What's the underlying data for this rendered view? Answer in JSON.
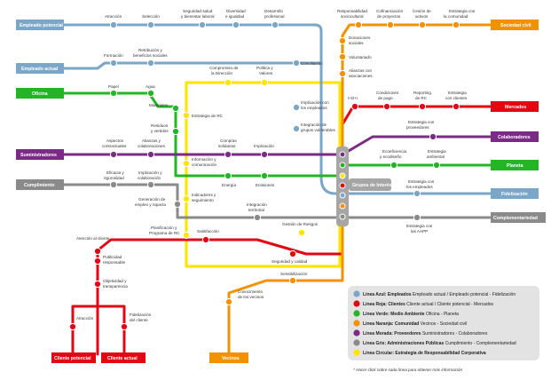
{
  "colors": {
    "blue": "#7aa6c8",
    "red": "#e30613",
    "green": "#22b524",
    "orange": "#f39200",
    "purple": "#7b2a86",
    "gray": "#8a8a8a",
    "yellow": "#ffe500",
    "hub": "#a6a6a6"
  },
  "hub_label": "Grupos de Interés",
  "terminals": {
    "empleado_potencial": "Empleado potencial",
    "empleado_actual": "Empleado actual",
    "oficina": "Oficina",
    "suministradores": "Suministradores",
    "cumplimiento": "Cumplimiento",
    "sociedad_civil": "Sociedad civil",
    "mercados": "Mercados",
    "colaboradores": "Colaboradores",
    "planeta": "Planeta",
    "fidelizacion": "Fidelización",
    "complementariedad": "Complementariedad",
    "vecinos": "Vecinos",
    "cliente_potencial": "Cliente potencial",
    "cliente_actual": "Cliente actual"
  },
  "stations": {
    "atraccion_top": "Atracción",
    "seleccion": "Selección",
    "seguridad_salud": "Seguridad salud y bienestar laboral",
    "diversidad": "Diversidad e igualdad",
    "desarrollo": "Desarrollo profesional",
    "formacion": "Formación",
    "retribucion": "Retribución y beneficios sociales",
    "conciliacion": "Conciliación",
    "implicacion_empleados": "Implicación con los empleados",
    "integracion_vulnerables": "Integración de grupos vulnerables",
    "papel": "Papel",
    "agua": "Agua",
    "materiales": "Materiales",
    "residuos": "Residuos y vertidos",
    "energia": "Energía",
    "emisiones": "Emisiones",
    "aspectos": "Aspectos contractuales",
    "alianzas_colab": "Alianzas y colaboraciones",
    "compras": "Compras solidarias",
    "implicacion": "Implicación",
    "eficacia": "Eficacia y rigurosidad",
    "implicacion_colab": "Implicación y colaboración",
    "generacion_empleo": "Generación de empleo y riqueza",
    "integracion_territorial": "Integración territorial",
    "gestion_riesgos": "Gestión de Riesgos",
    "compromiso_direccion": "Compromiso de la Dirección",
    "politica_valores": "Política y Valores",
    "estrategia_rc": "Estrategia de RC",
    "info_comunicacion": "Información y comunicación",
    "indicadores": "Indicadores y seguimiento",
    "planificacion": "Planificación y Programa de RC",
    "resp_sociocultural": "Responsabilidad sociocultural",
    "cofinanciacion": "Cofinanciación de proyectos",
    "cesion_activos": "Cesión de activos",
    "estrategia_comunidad": "Estrategia con la comunidad",
    "donaciones": "Donaciones sociales",
    "voluntariado": "Voluntariado",
    "alianzas_asociaciones": "Alianzas con asociaciones",
    "conocimiento_vecinos": "Conocimiento de los vecinos",
    "sensibilizacion": "Sensibilización",
    "idi": "I+D+i",
    "condiciones_pago": "Condiciones de pago",
    "reporting_rc": "Reporting de RC",
    "estrategia_clientes": "Estrategia con clientes",
    "estrategia_proveedores": "Estrategia con proveedores",
    "ecoeficiencia": "Ecoeficiencia y ecodiseño",
    "estrategia_ambiental": "Estrategia ambiental",
    "estrategia_empleados": "Estrategia con los empleados",
    "estrategia_aapp": "Estrategia con las AAPP",
    "atencion_cliente": "Atención al cliente",
    "satisfaccion": "Satisfacción",
    "seguridad_calidad": "Seguridad y calidad",
    "publicidad": "Publicidad responsable",
    "objetividad": "Objetividad y transparencia",
    "atraccion_bottom": "Atracción",
    "fidelizacion_cliente": "Fidelización del cliente"
  },
  "legend": [
    {
      "color": "#7aa6c8",
      "bold": "Línea Azul: Empleados",
      "rest": " Empleado actual / Empleado potencial - Fidelización"
    },
    {
      "color": "#e30613",
      "bold": "Línea Roja: Clientes",
      "rest": " Cliente actual / Cliente potencial - Mercados"
    },
    {
      "color": "#22b524",
      "bold": "Línea Verde: Medio Ambiente",
      "rest": " Oficina - Planeta"
    },
    {
      "color": "#f39200",
      "bold": "Línea Naranja: Comunidad",
      "rest": " Vecinos - Sociedad civil"
    },
    {
      "color": "#7b2a86",
      "bold": "Línea Morada: Proveedores",
      "rest": " Suministradores - Colaboradores"
    },
    {
      "color": "#8a8a8a",
      "bold": "Línea Gris: Administraciones Públicas",
      "rest": " Cumplimiento - Complementariedad"
    },
    {
      "color": "#ffe500",
      "bold": "Línea Circular: Estrategia de Responsabilidad Corporativa",
      "rest": ""
    }
  ],
  "footnote": "* Hacer click sobre cada línea para obtener más información"
}
